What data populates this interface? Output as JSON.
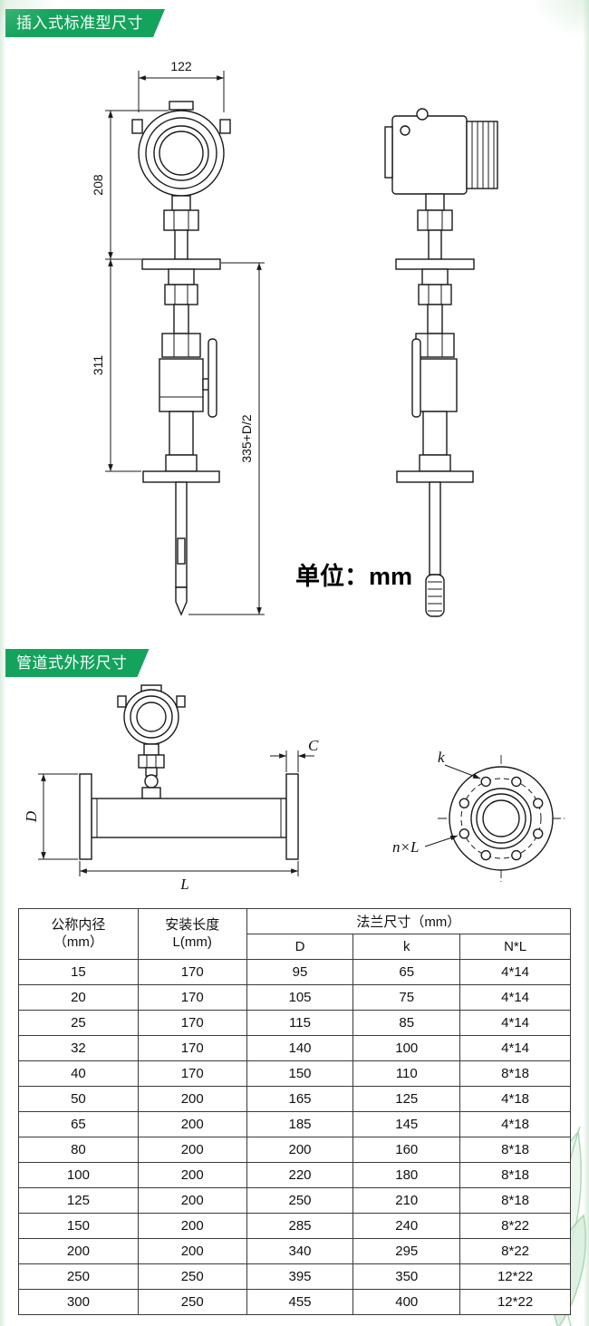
{
  "sections": {
    "insertion_badge": "插入式标准型尺寸",
    "pipeline_badge": "管道式外形尺寸",
    "unit_note": "单位：mm"
  },
  "insertion_drawing": {
    "dim_head_width": "122",
    "dim_upper_height": "208",
    "dim_mid_height": "311",
    "dim_insertion_length": "335+D/2"
  },
  "pipeline_drawing": {
    "dim_flange_thickness": "C",
    "dim_diameter": "D",
    "dim_length": "L",
    "dim_bolt_circle": "k",
    "dim_bolt_holes": "n×L"
  },
  "table": {
    "headers": {
      "nominal_diameter": "公称内径\n（mm）",
      "install_length": "安装长度\nL(mm)",
      "flange_group": "法兰尺寸（mm）",
      "sub_columns": [
        "D",
        "k",
        "N*L"
      ]
    },
    "rows": [
      [
        "15",
        "170",
        "95",
        "65",
        "4*14"
      ],
      [
        "20",
        "170",
        "105",
        "75",
        "4*14"
      ],
      [
        "25",
        "170",
        "115",
        "85",
        "4*14"
      ],
      [
        "32",
        "170",
        "140",
        "100",
        "4*14"
      ],
      [
        "40",
        "170",
        "150",
        "110",
        "8*18"
      ],
      [
        "50",
        "200",
        "165",
        "125",
        "4*18"
      ],
      [
        "65",
        "200",
        "185",
        "145",
        "4*18"
      ],
      [
        "80",
        "200",
        "200",
        "160",
        "8*18"
      ],
      [
        "100",
        "200",
        "220",
        "180",
        "8*18"
      ],
      [
        "125",
        "200",
        "250",
        "210",
        "8*18"
      ],
      [
        "150",
        "200",
        "285",
        "240",
        "8*22"
      ],
      [
        "200",
        "200",
        "340",
        "295",
        "8*22"
      ],
      [
        "250",
        "250",
        "395",
        "350",
        "12*22"
      ],
      [
        "300",
        "250",
        "455",
        "400",
        "12*22"
      ]
    ]
  },
  "colors": {
    "badge_green": "#14a35c",
    "line_color": "#1a1a1a",
    "leaf_green": "#bfe0c3"
  }
}
